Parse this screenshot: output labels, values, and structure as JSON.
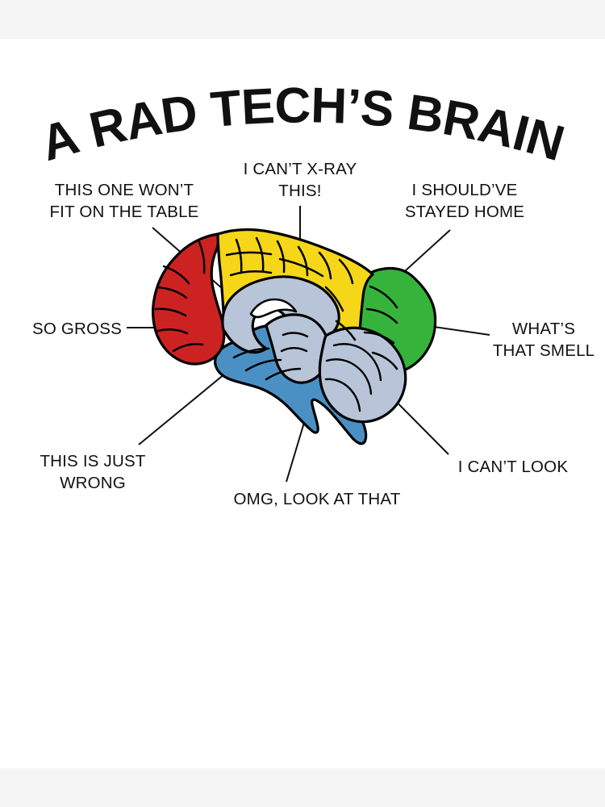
{
  "poster": {
    "title": "A RAD TECH’S BRAIN",
    "background_color": "#ffffff",
    "edge_band_color": "#f5f5f6",
    "text_color": "#111111"
  },
  "callouts": [
    {
      "id": "this-one-wont-fit",
      "text": "THIS ONE WON’T\nFIT ON THE TABLE",
      "align": "center",
      "points_to": "frontal-lobe-red"
    },
    {
      "id": "i-cant-xray-this",
      "text": "I CAN’T X-RAY\nTHIS!",
      "align": "center",
      "points_to": "parietal-lobe-yellow"
    },
    {
      "id": "i-shouldve-stayed-home",
      "text": "I SHOULD’VE\nSTAYED HOME",
      "align": "center",
      "points_to": "occipital-lobe-green"
    },
    {
      "id": "so-gross",
      "text": "SO GROSS",
      "align": "left",
      "points_to": "frontal-lobe-red"
    },
    {
      "id": "whats-that-smell",
      "text": "WHAT’S\nTHAT SMELL",
      "align": "center",
      "points_to": "occipital-lobe-green"
    },
    {
      "id": "this-is-just-wrong",
      "text": "THIS IS JUST\nWRONG",
      "align": "center",
      "points_to": "temporal-lobe-blue"
    },
    {
      "id": "omg-look-at-that",
      "text": "OMG, LOOK AT THAT",
      "align": "center",
      "points_to": "brainstem-blue"
    },
    {
      "id": "i-cant-look",
      "text": "I CAN’T LOOK",
      "align": "center",
      "points_to": "cerebellum-gray"
    }
  ],
  "brain_diagram": {
    "regions": [
      {
        "id": "frontal-lobe-red",
        "name": "frontal lobe",
        "color": "#cc2222"
      },
      {
        "id": "parietal-lobe-yellow",
        "name": "parietal lobe",
        "color": "#f5d618"
      },
      {
        "id": "occipital-lobe-green",
        "name": "occipital lobe",
        "color": "#36b33a"
      },
      {
        "id": "temporal-lobe-blue",
        "name": "temporal lobe",
        "color": "#4a90c4"
      },
      {
        "id": "corpus-callosum-gray",
        "name": "corpus callosum",
        "color": "#b8c4d8"
      },
      {
        "id": "cerebellum-gray",
        "name": "cerebellum",
        "color": "#b8c4d8"
      }
    ],
    "outline_color": "#000000"
  }
}
